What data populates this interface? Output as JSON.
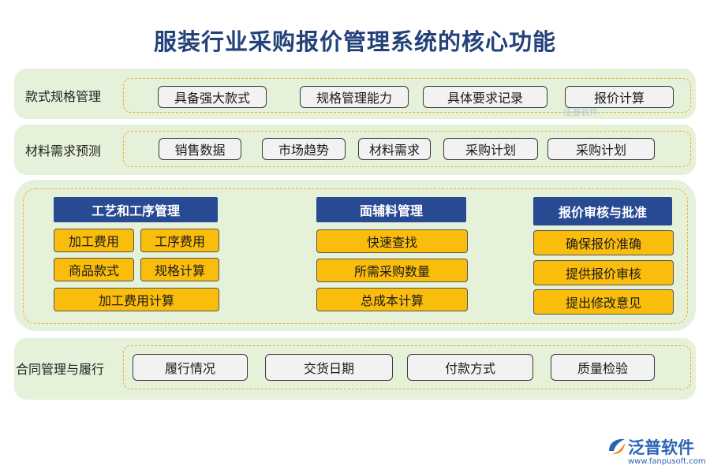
{
  "title": "服装行业采购报价管理系统的核心功能",
  "sections": {
    "style_spec": {
      "label": "款式规格管理",
      "items": [
        "具备强大款式",
        "规格管理能力",
        "具体要求记录",
        "报价计算"
      ]
    },
    "material_forecast": {
      "label": "材料需求预测",
      "items": [
        "销售数据",
        "市场趋势",
        "材料需求",
        "采购计划",
        "采购计划"
      ]
    },
    "core": {
      "process": {
        "header": "工艺和工序管理",
        "items": [
          "加工费用",
          "工序费用",
          "商品款式",
          "规格计算",
          "加工费用计算"
        ]
      },
      "fabric": {
        "header": "面辅料管理",
        "items": [
          "快速查找",
          "所需采购数量",
          "总成本计算"
        ]
      },
      "review": {
        "header": "报价审核与批准",
        "items": [
          "确保报价准确",
          "提供报价审核",
          "提出修改意见"
        ]
      }
    },
    "contract": {
      "label": "合同管理与履行",
      "items": [
        "履行情况",
        "交货日期",
        "付款方式",
        "质量检验"
      ]
    }
  },
  "watermark": "泛普软件",
  "logo": {
    "name": "泛普软件",
    "url": "www.fanpusoft.com"
  }
}
